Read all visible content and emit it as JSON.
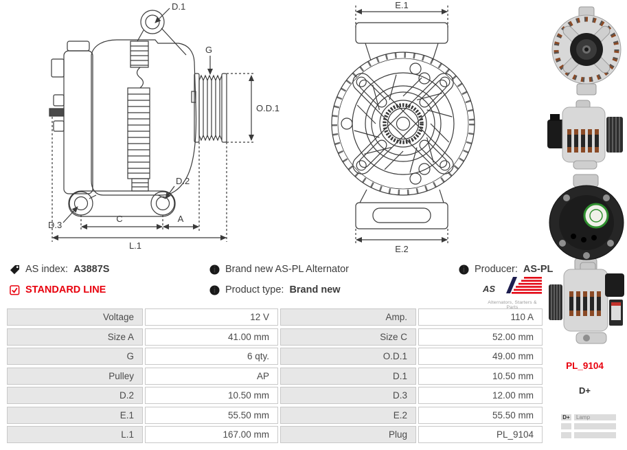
{
  "colors": {
    "red": "#e8000d",
    "logo_red": "#e30613",
    "line": "#3a3a3a",
    "label_bg": "#e7e7e7",
    "border": "#c8c8c8"
  },
  "diagram": {
    "side": {
      "d1": "D.1",
      "g": "G",
      "od1": "O.D.1",
      "d2": "D.2",
      "d3": "D.3",
      "c": "C",
      "a": "A",
      "l1": "L.1"
    },
    "front": {
      "e1": "E.1",
      "e2": "E.2"
    }
  },
  "info": {
    "as_index_label": "AS index:",
    "as_index_value": "A3887S",
    "standard_line": "STANDARD LINE",
    "brand_new": "Brand new AS-PL Alternator",
    "product_type_label": "Product type:",
    "product_type_value": "Brand new",
    "producer_label": "Producer:",
    "producer_value": "AS-PL",
    "logo_text": "AS",
    "logo_sub": "Alternators, Starters & Parts"
  },
  "specs": {
    "rows": [
      {
        "l1": "Voltage",
        "v1": "12 V",
        "l2": "Amp.",
        "v2": "110 A"
      },
      {
        "l1": "Size A",
        "v1": "41.00 mm",
        "l2": "Size C",
        "v2": "52.00 mm"
      },
      {
        "l1": "G",
        "v1": "6 qty.",
        "l2": "O.D.1",
        "v2": "49.00 mm"
      },
      {
        "l1": "Pulley",
        "v1": "AP",
        "l2": "D.1",
        "v2": "10.50 mm"
      },
      {
        "l1": "D.2",
        "v1": "10.50 mm",
        "l2": "D.3",
        "v2": "12.00 mm"
      },
      {
        "l1": "E.1",
        "v1": "55.50 mm",
        "l2": "E.2",
        "v2": "55.50 mm"
      },
      {
        "l1": "L.1",
        "v1": "167.00 mm",
        "l2": "Plug",
        "v2": "PL_9104"
      }
    ]
  },
  "side_panel": {
    "plug_code": "PL_9104",
    "terminal": "D+",
    "table": {
      "col1": "D+",
      "col2": "Lamp"
    }
  }
}
